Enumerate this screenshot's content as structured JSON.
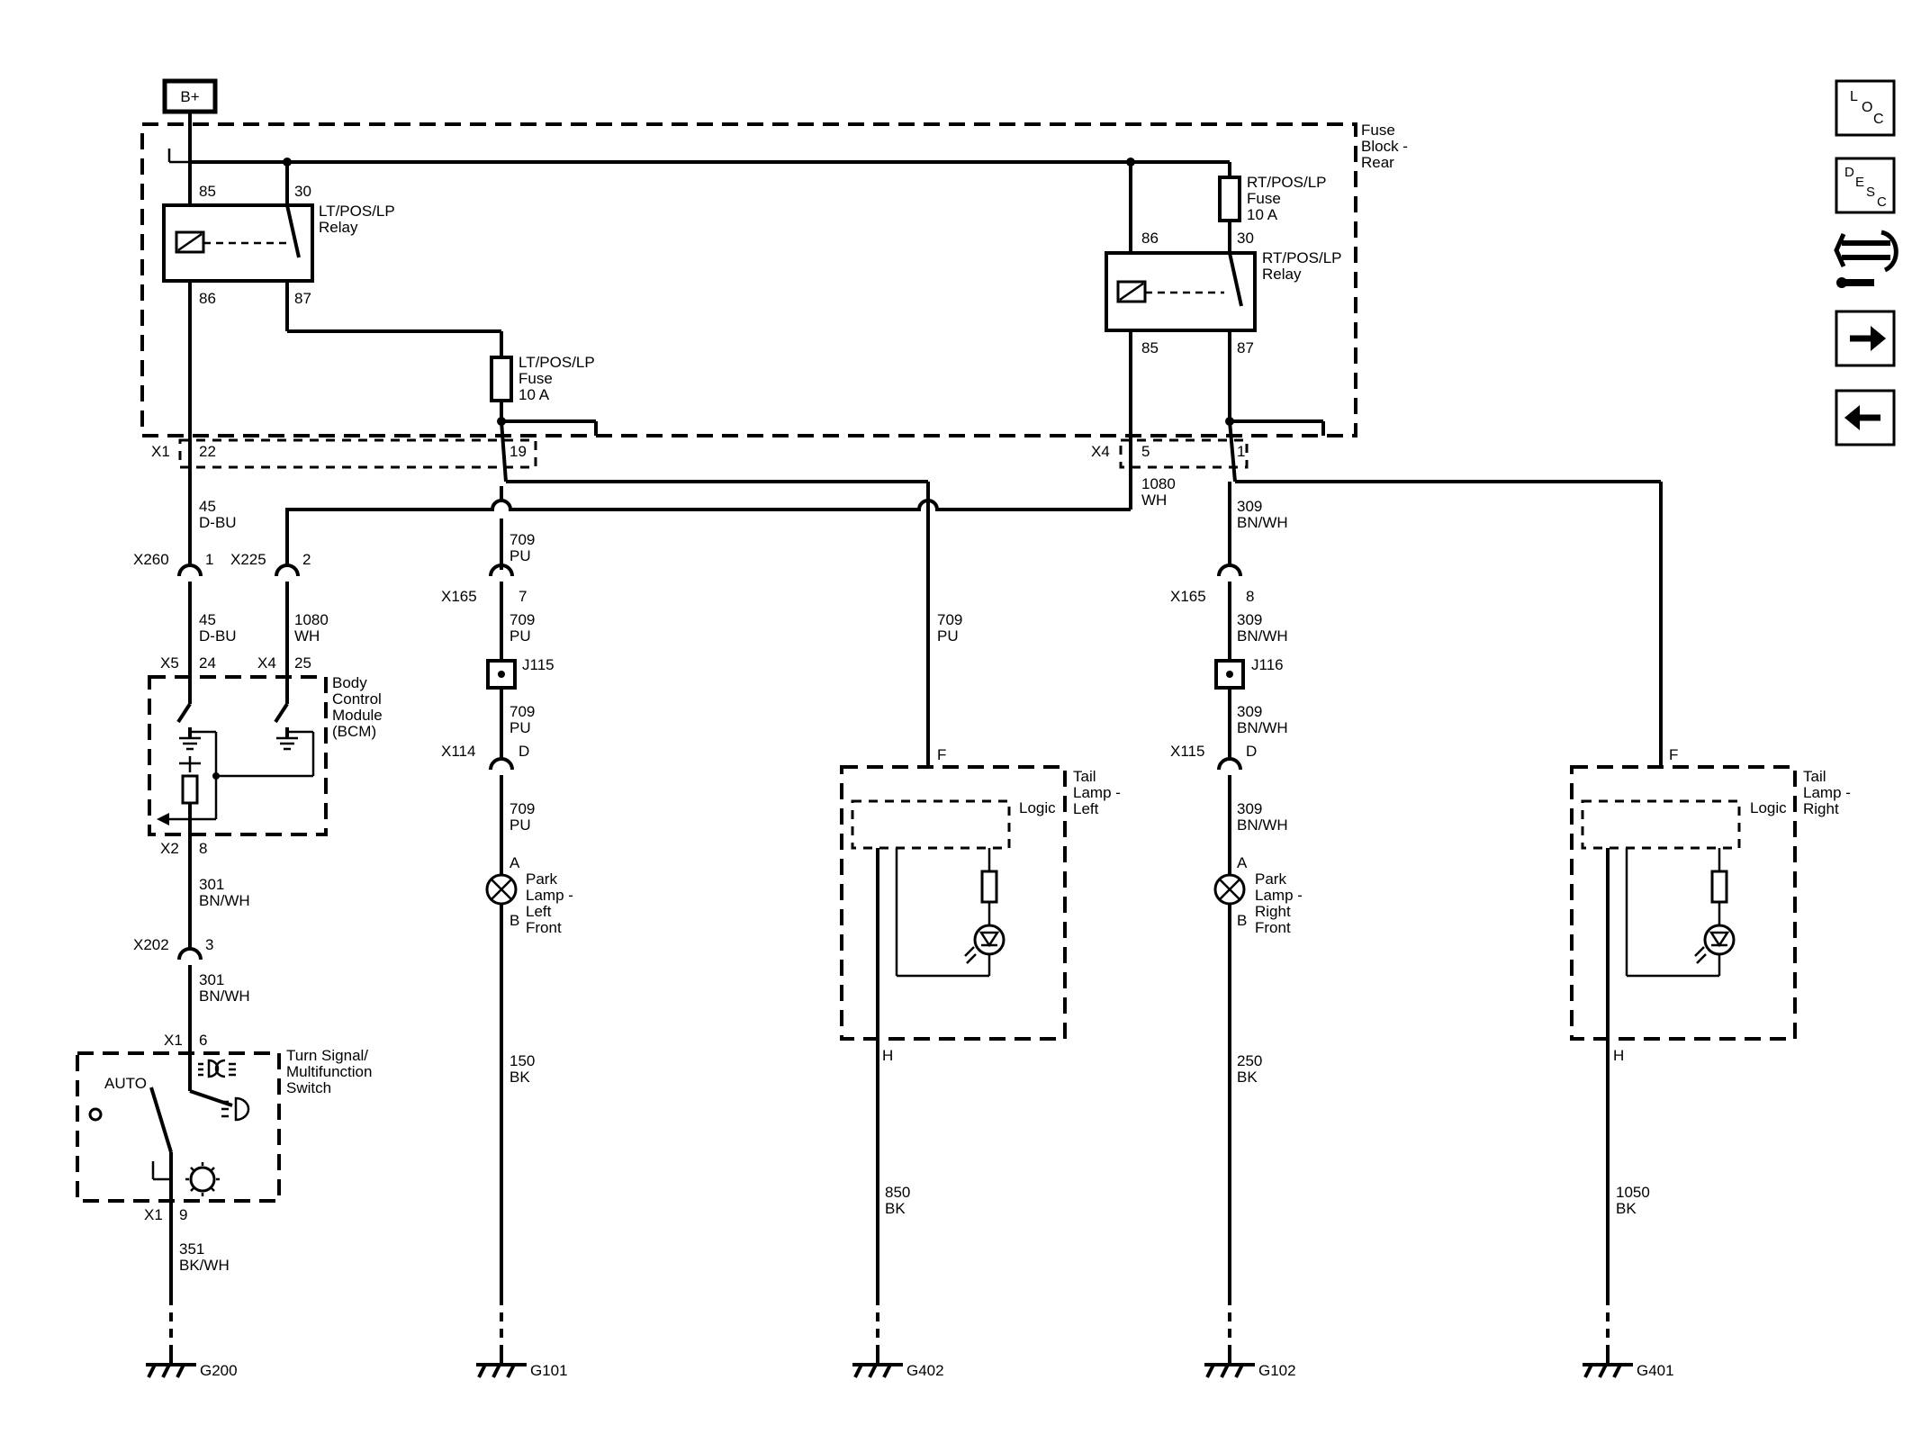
{
  "diagram": {
    "power_source": "B+",
    "fuse_block": {
      "line1": "Fuse",
      "line2": "Block -",
      "line3": "Rear"
    },
    "lt_relay": {
      "name1": "LT/POS/LP",
      "name2": "Relay",
      "p85": "85",
      "p30": "30",
      "p86": "86",
      "p87": "87"
    },
    "rt_relay": {
      "name1": "RT/POS/LP",
      "name2": "Relay",
      "p86": "86",
      "p30": "30",
      "p85": "85",
      "p87": "87"
    },
    "lt_fuse": {
      "name1": "LT/POS/LP",
      "name2": "Fuse",
      "rating": "10 A"
    },
    "rt_fuse": {
      "name1": "RT/POS/LP",
      "name2": "Fuse",
      "rating": "10 A"
    },
    "connectors": {
      "x1": "X1",
      "x1_22": "22",
      "x1_19": "19",
      "x4": "X4",
      "x4_5": "5",
      "x4_1": "1",
      "x260": "X260",
      "x260_pin": "1",
      "x225": "X225",
      "x225_pin": "2",
      "x165a": "X165",
      "x165a_pin": "7",
      "x165b": "X165",
      "x165b_pin": "8",
      "x114": "X114",
      "x114_pin": "D",
      "x115": "X115",
      "x115_pin": "D",
      "x202": "X202",
      "x202_pin": "3",
      "bcm_x5": "X5",
      "bcm_x5_pin": "24",
      "bcm_x4": "X4",
      "bcm_x4_pin": "25",
      "bcm_x2": "X2",
      "bcm_x2_pin": "8",
      "sw_x1_top": "X1",
      "sw_x1_top_pin": "6",
      "sw_x1_bot": "X1",
      "sw_x1_bot_pin": "9"
    },
    "wires": {
      "w45a": {
        "num": "45",
        "color": "D-BU"
      },
      "w45b": {
        "num": "45",
        "color": "D-BU"
      },
      "w1080a": {
        "num": "1080",
        "color": "WH"
      },
      "w1080b": {
        "num": "1080",
        "color": "WH"
      },
      "w709a": {
        "num": "709",
        "color": "PU"
      },
      "w709b": {
        "num": "709",
        "color": "PU"
      },
      "w709c": {
        "num": "709",
        "color": "PU"
      },
      "w709d": {
        "num": "709",
        "color": "PU"
      },
      "w709e": {
        "num": "709",
        "color": "PU"
      },
      "w309a": {
        "num": "309",
        "color": "BN/WH"
      },
      "w309b": {
        "num": "309",
        "color": "BN/WH"
      },
      "w309c": {
        "num": "309",
        "color": "BN/WH"
      },
      "w309d": {
        "num": "309",
        "color": "BN/WH"
      },
      "w301a": {
        "num": "301",
        "color": "BN/WH"
      },
      "w301b": {
        "num": "301",
        "color": "BN/WH"
      },
      "w351": {
        "num": "351",
        "color": "BK/WH"
      },
      "w150": {
        "num": "150",
        "color": "BK"
      },
      "w850": {
        "num": "850",
        "color": "BK"
      },
      "w250": {
        "num": "250",
        "color": "BK"
      },
      "w1050": {
        "num": "1050",
        "color": "BK"
      }
    },
    "splices": {
      "j115": "J115",
      "j116": "J116"
    },
    "bcm": {
      "l1": "Body",
      "l2": "Control",
      "l3": "Module",
      "l4": "(BCM)"
    },
    "switch": {
      "l1": "Turn Signal/",
      "l2": "Multifunction",
      "l3": "Switch",
      "auto": "AUTO"
    },
    "park_left": {
      "pin_a": "A",
      "pin_b": "B",
      "l1": "Park",
      "l2": "Lamp -",
      "l3": "Left",
      "l4": "Front"
    },
    "park_right": {
      "pin_a": "A",
      "pin_b": "B",
      "l1": "Park",
      "l2": "Lamp -",
      "l3": "Right",
      "l4": "Front"
    },
    "tail_left": {
      "pin_f": "F",
      "pin_h": "H",
      "l1": "Tail",
      "l2": "Lamp -",
      "l3": "Left",
      "logic": "Logic"
    },
    "tail_right": {
      "pin_f": "F",
      "pin_h": "H",
      "l1": "Tail",
      "l2": "Lamp -",
      "l3": "Right",
      "logic": "Logic"
    },
    "grounds": {
      "g200": "G200",
      "g101": "G101",
      "g402": "G402",
      "g102": "G102",
      "g401": "G401"
    }
  },
  "side_buttons": {
    "loc": {
      "l": "L",
      "o": "O",
      "c": "C"
    },
    "desc": {
      "d": "D",
      "e": "E",
      "s": "S",
      "c": "C"
    }
  }
}
